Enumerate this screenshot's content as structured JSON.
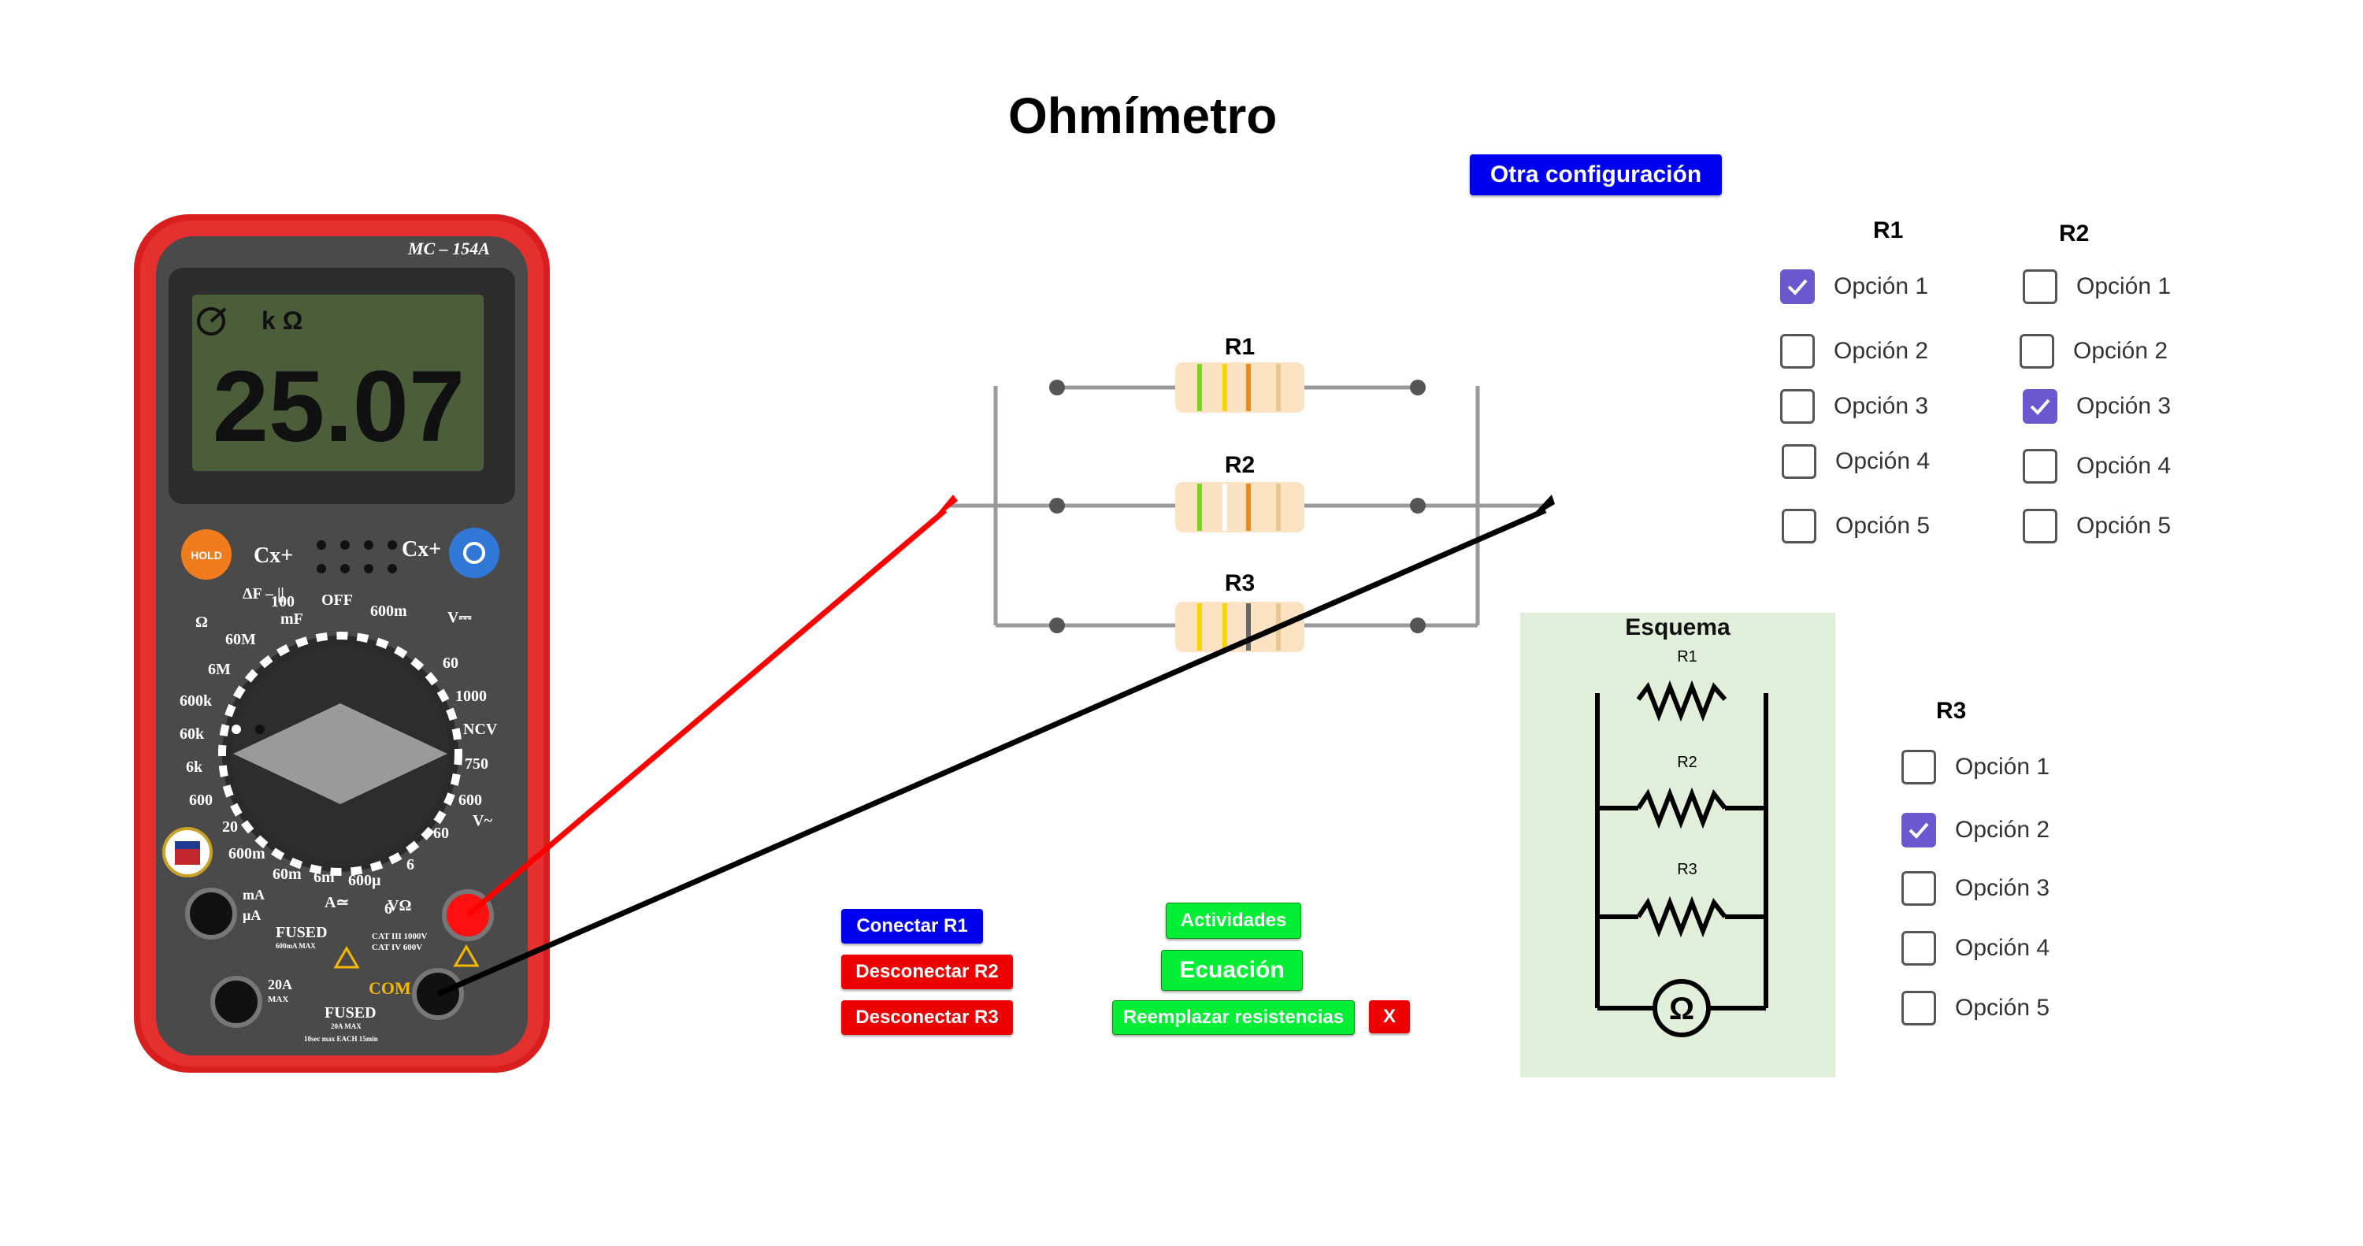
{
  "app": {
    "title": "Ohmímetro"
  },
  "buttons": {
    "otra_configuracion": "Otra configuración",
    "conectar_r1": "Conectar R1",
    "desconectar_r2": "Desconectar R2",
    "desconectar_r3": "Desconectar R3",
    "actividades": "Actividades",
    "ecuacion": "Ecuación",
    "reemplazar": "Reemplazar resistencias",
    "close": "X"
  },
  "multimeter": {
    "model": "MC – 154A",
    "unit": "k Ω",
    "reading": "25.07",
    "hold": "HOLD",
    "cx_left": "Cx+",
    "cx_right": "Cx+",
    "dial_labels": [
      "ΔF – ||",
      "100",
      "mF",
      "OFF",
      "600m",
      "V⎓",
      "Ω",
      "60M",
      "6M",
      "600k",
      "60k",
      "6k",
      "600",
      "20",
      "600m",
      "60m",
      "6m",
      "600µ",
      "A≃",
      "6",
      "60",
      "1000",
      "NCV",
      "750",
      "600",
      "V~",
      "60",
      "6"
    ],
    "jacks": {
      "ma": "mA",
      "ua": "µA",
      "fused": "FUSED",
      "fused_sub": "600mA MAX",
      "vohm": "VΩ",
      "cat1": "CAT III 1000V",
      "cat2": "CAT IV 600V",
      "a20": "20A",
      "max": "MAX",
      "com": "COM",
      "fused2": "FUSED",
      "fused2_sub": "20A MAX",
      "note": "10sec max EACH 15min"
    }
  },
  "circuit": {
    "resistors": [
      {
        "label": "R1",
        "bands": [
          "#7ed321",
          "#f5d600",
          "#e8892a",
          "#e8c890"
        ]
      },
      {
        "label": "R2",
        "bands": [
          "#7ed321",
          "#ffffff",
          "#e8892a",
          "#e8c890"
        ]
      },
      {
        "label": "R3",
        "bands": [
          "#f5d600",
          "#f5d600",
          "#666666",
          "#e8c890"
        ]
      }
    ]
  },
  "schema": {
    "title": "Esquema",
    "r1": "R1",
    "r2": "R2",
    "r3": "R3",
    "meter": "Ω"
  },
  "groups": {
    "r1": {
      "title": "R1",
      "options": [
        "Opción 1",
        "Opción 2",
        "Opción 3",
        "Opción 4",
        "Opción 5"
      ],
      "checked": [
        true,
        false,
        false,
        false,
        false
      ]
    },
    "r2": {
      "title": "R2",
      "options": [
        "Opción 1",
        "Opción 2",
        "Opción 3",
        "Opción 4",
        "Opción 5"
      ],
      "checked": [
        false,
        false,
        true,
        false,
        false
      ]
    },
    "r3": {
      "title": "R3",
      "options": [
        "Opción 1",
        "Opción 2",
        "Opción 3",
        "Opción 4",
        "Opción 5"
      ],
      "checked": [
        false,
        true,
        false,
        false,
        false
      ]
    }
  },
  "colors": {
    "accent_check": "#6b58cf",
    "button_blue": "#0000ee",
    "button_red": "#ee0000",
    "button_green": "#00ee33",
    "probe_red": "#ff0000",
    "probe_black": "#000000",
    "meter_body": "#e02020",
    "lcd": "#4c5d3a"
  }
}
